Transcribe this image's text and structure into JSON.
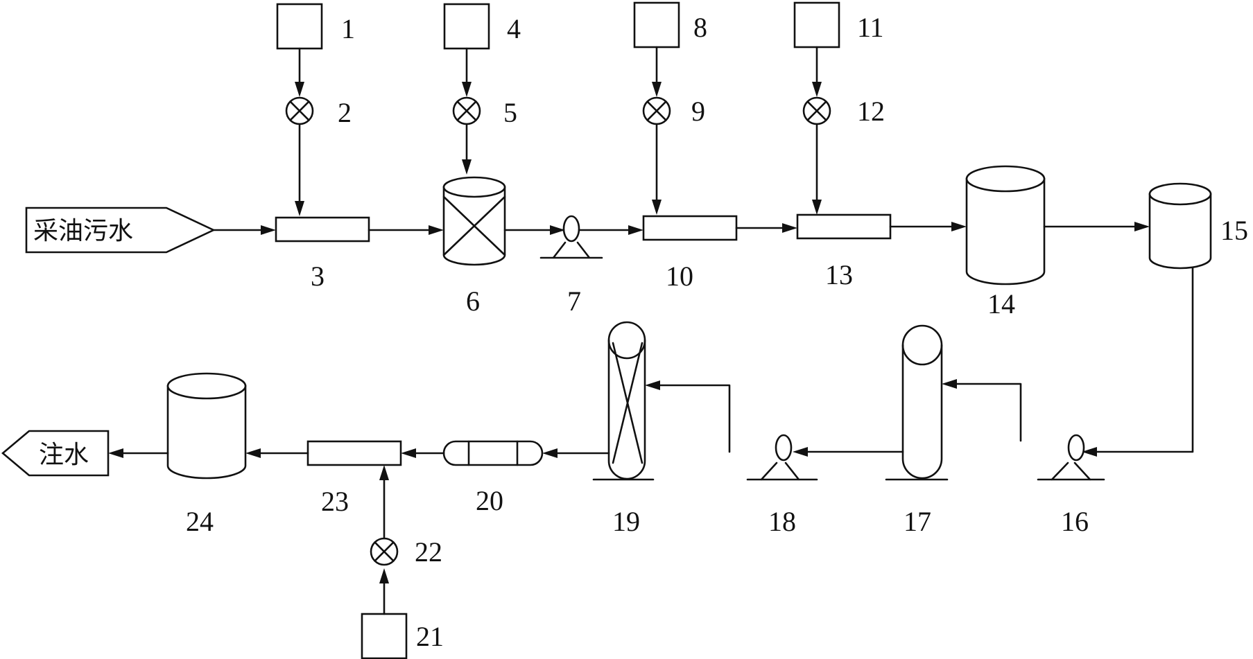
{
  "inlet_label": "采油污水",
  "outlet_label": "注水",
  "labels": {
    "l1": "1",
    "l2": "2",
    "l3": "3",
    "l4": "4",
    "l5": "5",
    "l6": "6",
    "l7": "7",
    "l8": "8",
    "l9": "9",
    "l10": "10",
    "l11": "11",
    "l12": "12",
    "l13": "13",
    "l14": "14",
    "l15": "15",
    "l16": "16",
    "l17": "17",
    "l18": "18",
    "l19": "19",
    "l20": "20",
    "l21": "21",
    "l22": "22",
    "l23": "23",
    "l24": "24"
  }
}
